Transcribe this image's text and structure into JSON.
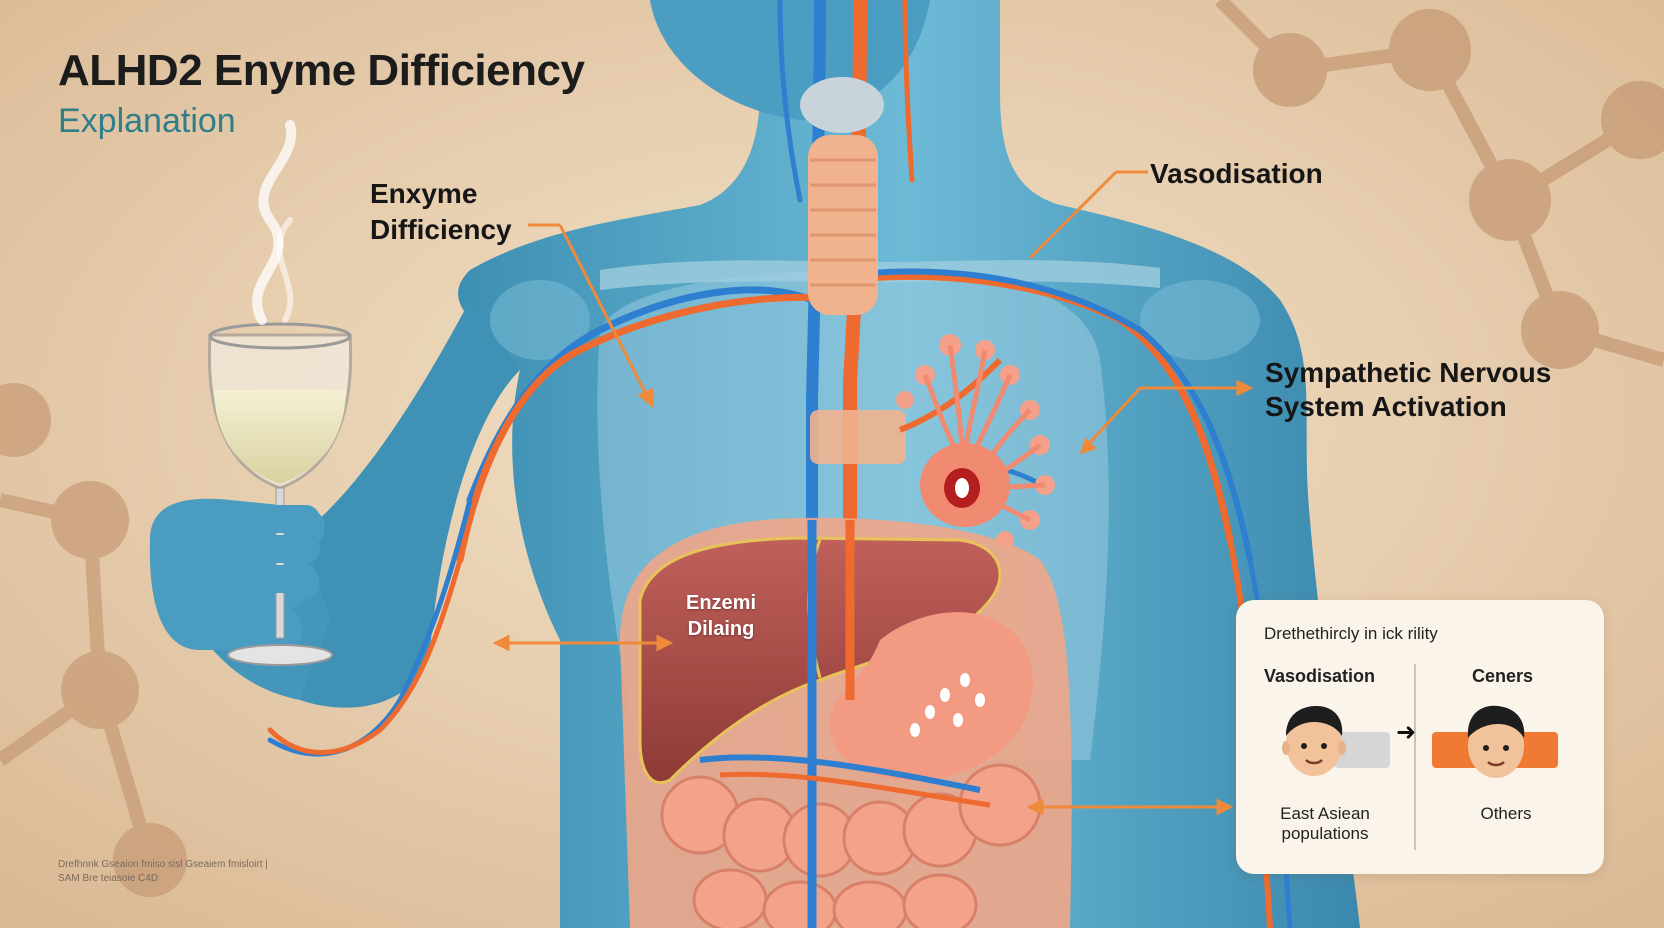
{
  "title": "ALHD2 Enyme Difficiency",
  "subtitle": "Explanation",
  "callouts": {
    "enzyme_deficiency": [
      "Enxyme",
      "Difficiency"
    ],
    "vasodilation": "Vasodisation",
    "sympathetic": [
      "Sympathetic Nervous",
      "System Activation"
    ]
  },
  "liver_label": [
    "Enzemi",
    "Dilaing"
  ],
  "credit_text": "Drefhnnk Gseaion fmiso sisl Gseaiem fmisloirt | SAM Bre teiasoie C4D",
  "comparison_panel": {
    "title": "Drethethircly in ick rility",
    "left": {
      "heading": "Vasodisation",
      "footer": [
        "East Asiean",
        "populations"
      ]
    },
    "right": {
      "heading": "Ceners",
      "footer": [
        "Others"
      ]
    },
    "arrow": "➜"
  },
  "colors": {
    "background": "#e8d2b4",
    "body": "#4fa3c4",
    "artery": "#ef6a2e",
    "vein": "#2f7fd1",
    "liver": "#b4524a",
    "pointer": "#ee8a3a",
    "subtitle": "#2f7e8a"
  }
}
